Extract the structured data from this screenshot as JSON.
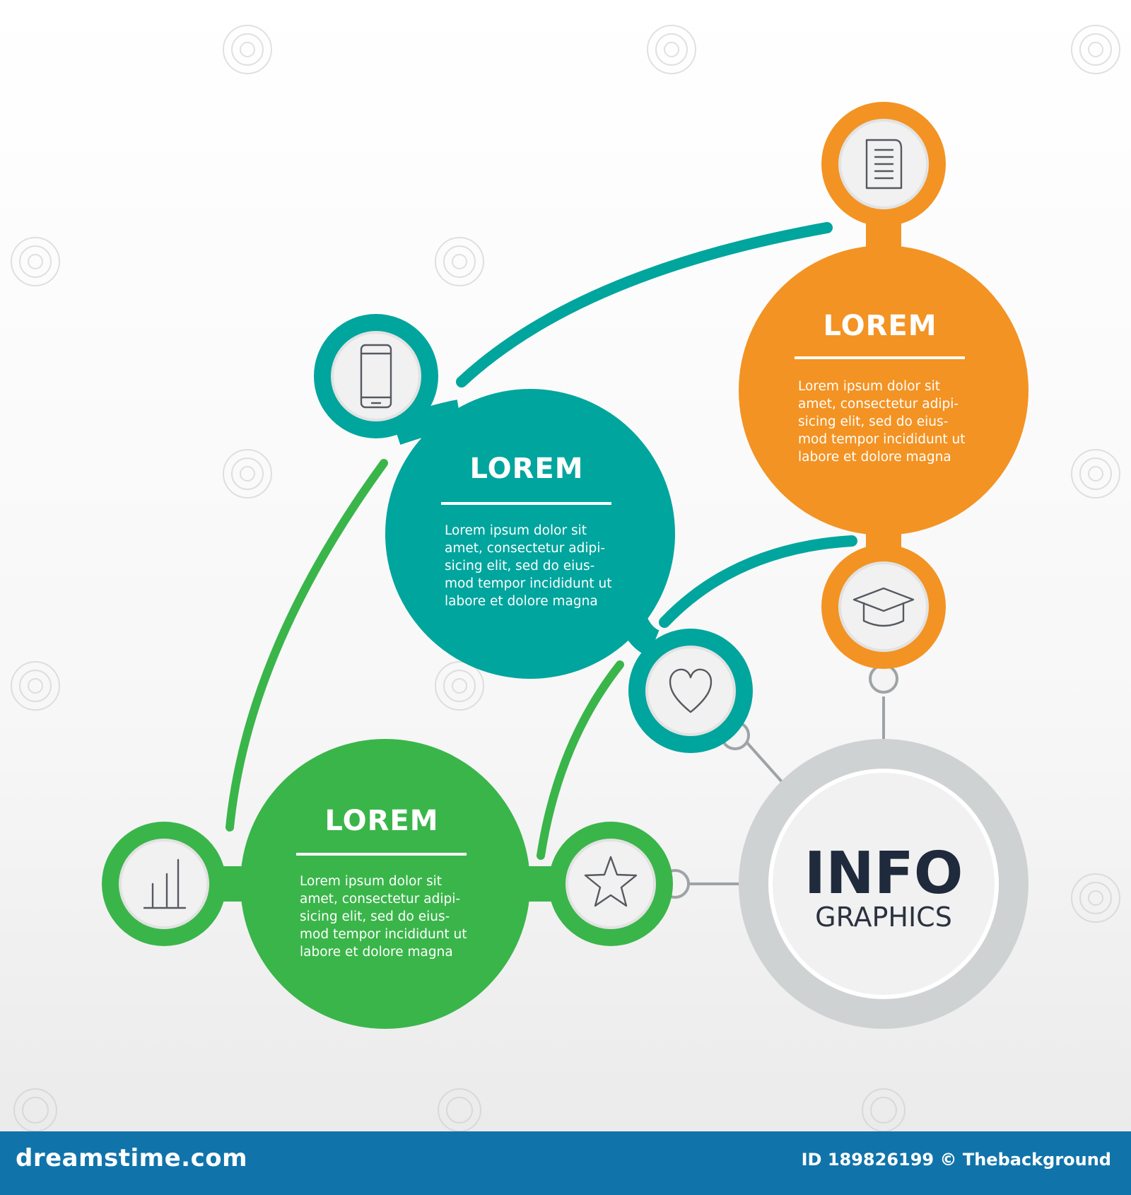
{
  "diagram": {
    "colors": {
      "teal": "#00a59d",
      "orange": "#f39323",
      "green": "#3ab54a",
      "hub_ring": "#cfd2d3",
      "hub_fill": "#f1f1f1",
      "icon_disc": "#f1f1f1",
      "connector": "#9ea3a6"
    },
    "nodes": [
      {
        "id": "teal",
        "title": "LOREM",
        "body": [
          "Lorem ipsum dolor sit",
          "amet, consectetur adipi-",
          "sicing elit, sed do eius-",
          "mod tempor incididunt ut",
          "labore et dolore magna"
        ],
        "icons": [
          "mobile-phone-icon",
          "heart-icon"
        ]
      },
      {
        "id": "orange",
        "title": "LOREM",
        "body": [
          "Lorem ipsum dolor sit",
          "amet, consectetur adipi-",
          "sicing elit, sed do eius-",
          "mod tempor incididunt ut",
          "labore et dolore magna"
        ],
        "icons": [
          "document-icon",
          "graduation-cap-icon"
        ]
      },
      {
        "id": "green",
        "title": "LOREM",
        "body": [
          "Lorem ipsum dolor sit",
          "amet, consectetur adipi-",
          "sicing elit, sed do eius-",
          "mod tempor incididunt ut",
          "labore et dolore magna"
        ],
        "icons": [
          "bar-chart-icon",
          "star-icon"
        ]
      }
    ],
    "hub": {
      "title": "INFO",
      "subtitle": "GRAPHICS"
    }
  },
  "watermark": "dreamstime",
  "footer": {
    "brand": "dreamstime.com",
    "meta": "ID 189826199 © Thebackground"
  }
}
